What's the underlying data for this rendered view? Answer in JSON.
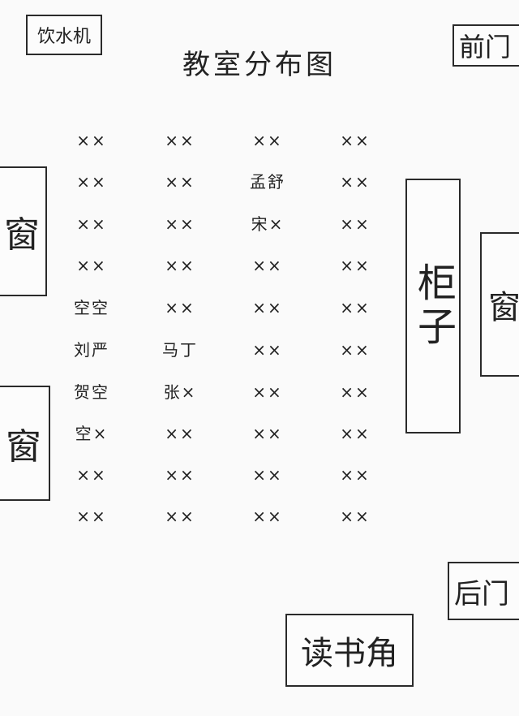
{
  "title": "教室分布图",
  "water_dispenser": "饮水机",
  "front_door": "前门",
  "back_door": "后门",
  "reading_corner": "读书角",
  "cabinet": "柜子",
  "window_left_top": "窗",
  "window_left_bottom": "窗",
  "window_right": "窗",
  "seats": [
    [
      "××",
      "××",
      "××",
      "××"
    ],
    [
      "××",
      "××",
      "孟舒",
      "××"
    ],
    [
      "××",
      "××",
      "宋×",
      "××"
    ],
    [
      "××",
      "××",
      "××",
      "××"
    ],
    [
      "空空",
      "××",
      "××",
      "××"
    ],
    [
      "刘严",
      "马丁",
      "××",
      "××"
    ],
    [
      "贺空",
      "张×",
      "××",
      "××"
    ],
    [
      "空×",
      "××",
      "××",
      "××"
    ],
    [
      "××",
      "××",
      "××",
      "××"
    ],
    [
      "××",
      "××",
      "××",
      "××"
    ]
  ]
}
